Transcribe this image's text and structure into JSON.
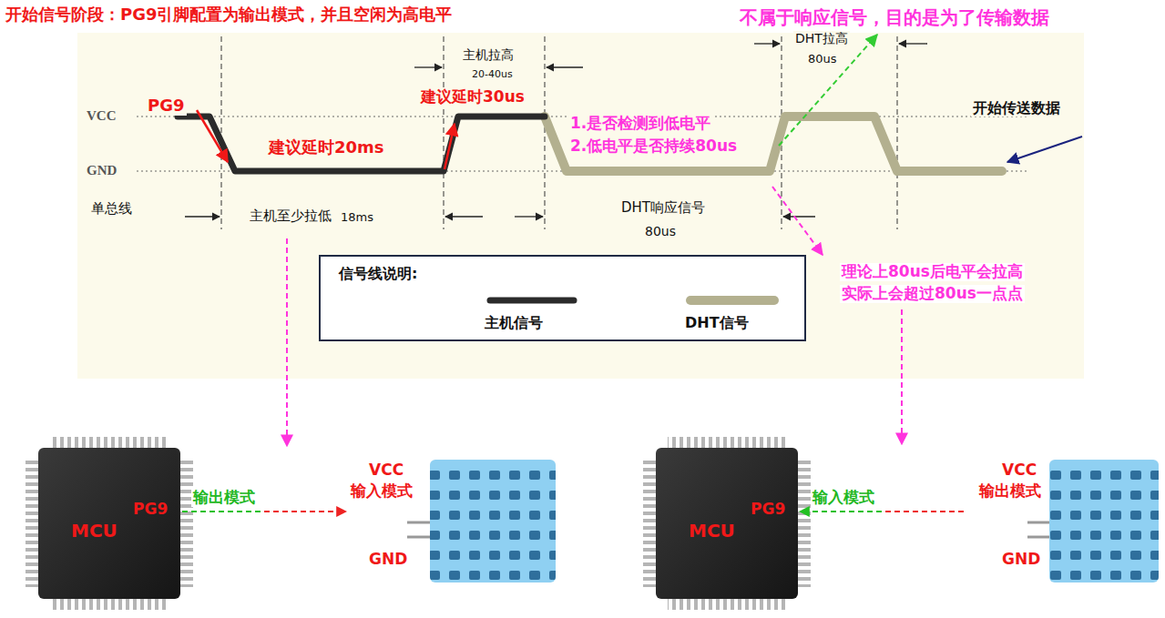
{
  "diagram": {
    "title": "开始信号阶段：PG9引脚配置为输出模式，并且空闲为高电平",
    "nodes": [
      {
        "text": [
          "信号线说明:"
        ]
      },
      {
        "text": [
          "MCU",
          "PG9"
        ]
      },
      {
        "text": [
          "VCC",
          "输入模式",
          "GND"
        ]
      },
      {
        "text": [
          "MCU",
          "PG9"
        ]
      },
      {
        "text": [
          "VCC",
          "输出模式",
          "GND"
        ]
      }
    ],
    "edges": [
      {
        "from": 1,
        "to": 2,
        "arrow": "to",
        "label": "输出模式"
      },
      {
        "from": 4,
        "to": 3,
        "arrow": "to",
        "label": "输入模式"
      }
    ],
    "labels": [
      "不属于响应信号，目的是为了传输数据",
      "主机拉高",
      "20-40us",
      "建议延时30us",
      "DHT拉高",
      "80us",
      "VCC",
      "PG9",
      "开始传送数据",
      "1.是否检测到低电平",
      "2.低电平是否持续80us",
      "建议延时20ms",
      "GND",
      "单总线",
      "主机至少拉低",
      "18ms",
      "DHT响应信号",
      "80us",
      "理论上80us后电平会拉高",
      "实际上会超过80us一点点"
    ],
    "legend": [
      {
        "text": "主机信号"
      },
      {
        "text": "DHT信号"
      }
    ]
  }
}
